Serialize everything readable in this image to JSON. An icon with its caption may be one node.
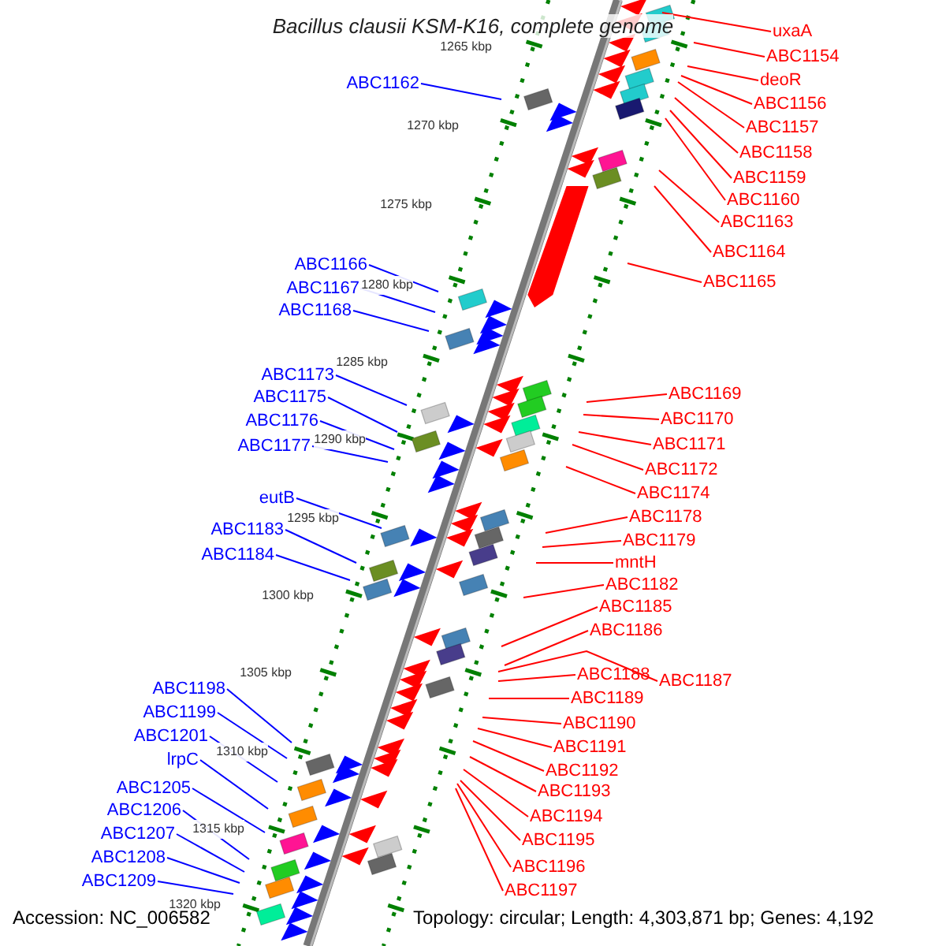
{
  "diagram": {
    "title": "Bacillus clausii KSM-K16, complete genome",
    "nodes": [
      {
        "text": [
          "uxaA"
        ]
      },
      {
        "text": [
          "ABC1154"
        ]
      },
      {
        "text": [
          "deoR"
        ]
      },
      {
        "text": [
          "ABC1156"
        ]
      },
      {
        "text": [
          "ABC1157"
        ]
      },
      {
        "text": [
          "ABC1158"
        ]
      },
      {
        "text": [
          "ABC1159"
        ]
      },
      {
        "text": [
          "ABC1160"
        ]
      },
      {
        "text": [
          "ABC1163"
        ]
      },
      {
        "text": [
          "ABC1164"
        ]
      },
      {
        "text": [
          "ABC1165"
        ]
      },
      {
        "text": [
          "ABC1169"
        ]
      },
      {
        "text": [
          "ABC1170"
        ]
      },
      {
        "text": [
          "ABC1171"
        ]
      },
      {
        "text": [
          "ABC1172"
        ]
      },
      {
        "text": [
          "ABC1174"
        ]
      },
      {
        "text": [
          "ABC1178"
        ]
      },
      {
        "text": [
          "ABC1179"
        ]
      },
      {
        "text": [
          "mntH"
        ]
      },
      {
        "text": [
          "ABC1182"
        ]
      },
      {
        "text": [
          "ABC1185"
        ]
      },
      {
        "text": [
          "ABC1186"
        ]
      },
      {
        "text": [
          "ABC1188"
        ]
      },
      {
        "text": [
          "ABC1187"
        ]
      },
      {
        "text": [
          "ABC1189"
        ]
      },
      {
        "text": [
          "ABC1190"
        ]
      },
      {
        "text": [
          "ABC1191"
        ]
      },
      {
        "text": [
          "ABC1192"
        ]
      },
      {
        "text": [
          "ABC1193"
        ]
      },
      {
        "text": [
          "ABC1194"
        ]
      },
      {
        "text": [
          "ABC1195"
        ]
      },
      {
        "text": [
          "ABC1196"
        ]
      },
      {
        "text": [
          "ABC1197"
        ]
      },
      {
        "text": [
          "ABC1162"
        ]
      },
      {
        "text": [
          "ABC1166"
        ]
      },
      {
        "text": [
          "ABC1167"
        ]
      },
      {
        "text": [
          "ABC1168"
        ]
      },
      {
        "text": [
          "ABC1173"
        ]
      },
      {
        "text": [
          "ABC1175"
        ]
      },
      {
        "text": [
          "ABC1176"
        ]
      },
      {
        "text": [
          "ABC1177"
        ]
      },
      {
        "text": [
          "eutB"
        ]
      },
      {
        "text": [
          "ABC1183"
        ]
      },
      {
        "text": [
          "ABC1184"
        ]
      },
      {
        "text": [
          "ABC1198"
        ]
      },
      {
        "text": [
          "ABC1199"
        ]
      },
      {
        "text": [
          "ABC1201"
        ]
      },
      {
        "text": [
          "lrpC"
        ]
      },
      {
        "text": [
          "ABC1205"
        ]
      },
      {
        "text": [
          "ABC1206"
        ]
      },
      {
        "text": [
          "ABC1207"
        ]
      },
      {
        "text": [
          "ABC1208"
        ]
      },
      {
        "text": [
          "ABC1209"
        ]
      }
    ],
    "edges": [
      {
        "from": 0,
        "to": null,
        "arrow": "none"
      },
      {
        "from": 1,
        "to": null,
        "arrow": "none"
      },
      {
        "from": 2,
        "to": null,
        "arrow": "none"
      },
      {
        "from": 3,
        "to": null,
        "arrow": "none"
      },
      {
        "from": 4,
        "to": null,
        "arrow": "none"
      },
      {
        "from": 5,
        "to": null,
        "arrow": "none"
      },
      {
        "from": 6,
        "to": null,
        "arrow": "none"
      },
      {
        "from": 7,
        "to": null,
        "arrow": "none"
      },
      {
        "from": 8,
        "to": null,
        "arrow": "none"
      },
      {
        "from": 9,
        "to": null,
        "arrow": "none"
      },
      {
        "from": 10,
        "to": null,
        "arrow": "none"
      },
      {
        "from": 11,
        "to": null,
        "arrow": "none"
      },
      {
        "from": 12,
        "to": null,
        "arrow": "none"
      },
      {
        "from": 13,
        "to": null,
        "arrow": "none"
      },
      {
        "from": 14,
        "to": null,
        "arrow": "none"
      },
      {
        "from": 15,
        "to": null,
        "arrow": "none"
      },
      {
        "from": 16,
        "to": null,
        "arrow": "none"
      },
      {
        "from": 17,
        "to": null,
        "arrow": "none"
      },
      {
        "from": 18,
        "to": null,
        "arrow": "none"
      },
      {
        "from": 19,
        "to": null,
        "arrow": "none"
      },
      {
        "from": 20,
        "to": null,
        "arrow": "none"
      },
      {
        "from": 21,
        "to": null,
        "arrow": "none"
      },
      {
        "from": 22,
        "to": null,
        "arrow": "none"
      },
      {
        "from": 23,
        "to": null,
        "arrow": "none"
      },
      {
        "from": 24,
        "to": null,
        "arrow": "none"
      },
      {
        "from": 25,
        "to": null,
        "arrow": "none"
      },
      {
        "from": 26,
        "to": null,
        "arrow": "none"
      },
      {
        "from": 27,
        "to": null,
        "arrow": "none"
      },
      {
        "from": 28,
        "to": null,
        "arrow": "none"
      },
      {
        "from": 29,
        "to": null,
        "arrow": "none"
      },
      {
        "from": 30,
        "to": null,
        "arrow": "none"
      },
      {
        "from": 31,
        "to": null,
        "arrow": "none"
      },
      {
        "from": 32,
        "to": null,
        "arrow": "none"
      },
      {
        "from": 33,
        "to": null,
        "arrow": "none",
        "color": "#0000ff"
      },
      {
        "from": 34,
        "to": null,
        "arrow": "none",
        "color": "#0000ff"
      },
      {
        "from": 35,
        "to": null,
        "arrow": "none",
        "color": "#0000ff"
      },
      {
        "from": 36,
        "to": null,
        "arrow": "none",
        "color": "#0000ff"
      },
      {
        "from": 37,
        "to": null,
        "arrow": "none",
        "color": "#0000ff"
      },
      {
        "from": 38,
        "to": null,
        "arrow": "none",
        "color": "#0000ff"
      },
      {
        "from": 39,
        "to": null,
        "arrow": "none",
        "color": "#0000ff"
      },
      {
        "from": 40,
        "to": null,
        "arrow": "none",
        "color": "#0000ff"
      },
      {
        "from": 41,
        "to": null,
        "arrow": "none",
        "color": "#0000ff"
      },
      {
        "from": 42,
        "to": null,
        "arrow": "none",
        "color": "#0000ff"
      },
      {
        "from": 43,
        "to": null,
        "arrow": "none",
        "color": "#0000ff"
      },
      {
        "from": 44,
        "to": null,
        "arrow": "none",
        "color": "#0000ff"
      },
      {
        "from": 45,
        "to": null,
        "arrow": "none",
        "color": "#0000ff"
      },
      {
        "from": 46,
        "to": null,
        "arrow": "none",
        "color": "#0000ff"
      },
      {
        "from": 47,
        "to": null,
        "arrow": "none",
        "color": "#0000ff"
      },
      {
        "from": 48,
        "to": null,
        "arrow": "none",
        "color": "#0000ff"
      },
      {
        "from": 49,
        "to": null,
        "arrow": "none",
        "color": "#0000ff"
      },
      {
        "from": 50,
        "to": null,
        "arrow": "none",
        "color": "#0000ff"
      },
      {
        "from": 51,
        "to": null,
        "arrow": "none",
        "color": "#0000ff"
      },
      {
        "from": 52,
        "to": null,
        "arrow": "none",
        "color": "#0000ff"
      }
    ],
    "labels": [
      "1265 kbp",
      "1270 kbp",
      "1275 kbp",
      "1280 kbp",
      "1285 kbp",
      "1290 kbp",
      "1295 kbp",
      "1300 kbp",
      "1305 kbp",
      "1310 kbp",
      "1315 kbp",
      "1320 kbp",
      "Accession: NC_006582",
      "Topology: circular; Length: 4,303,871 bp; Genes: 4,192"
    ]
  }
}
